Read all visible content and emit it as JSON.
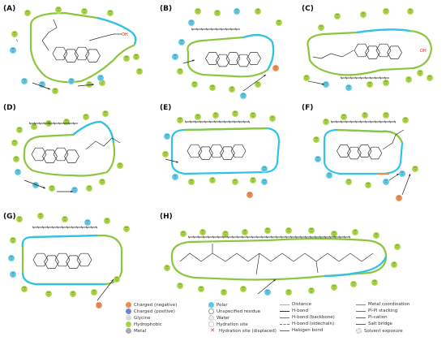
{
  "panels": [
    {
      "label": "(A)"
    },
    {
      "label": "(B)"
    },
    {
      "label": "(C)"
    },
    {
      "label": "(D)"
    },
    {
      "label": "(E)"
    },
    {
      "label": "(F)"
    },
    {
      "label": "(G)"
    },
    {
      "label": "(H)"
    }
  ],
  "ligand_labels": {
    "oh_a": "OH",
    "oh_c": "OH"
  },
  "colors": {
    "hydrophobic": "#a6d63c",
    "polar": "#59c8e6",
    "charged_negative": "#f08a4b",
    "charged_positive": "#6f83d6",
    "glycine": "#dcdcdc",
    "metal": "#aaaaaa",
    "pocket_green": "#8cc63f",
    "pocket_cyan": "#2ec4e8"
  },
  "legend": {
    "col1": [
      "Charged (negative)",
      "Charged (positive)",
      "Glycine",
      "Hydrophobic",
      "Metal"
    ],
    "col2": [
      "Polar",
      "Unspecified residue",
      "Water",
      "Hydration site",
      "Hydration site (displaced)"
    ],
    "col3": [
      "Distance",
      "H-bond",
      "H-bond (backbone)",
      "H-bond (sidechain)",
      "Halogen bond"
    ],
    "col4": [
      "Metal coordination",
      "Pi-Pi stacking",
      "Pi-cation",
      "Salt bridge",
      "Solvent exposure"
    ]
  }
}
